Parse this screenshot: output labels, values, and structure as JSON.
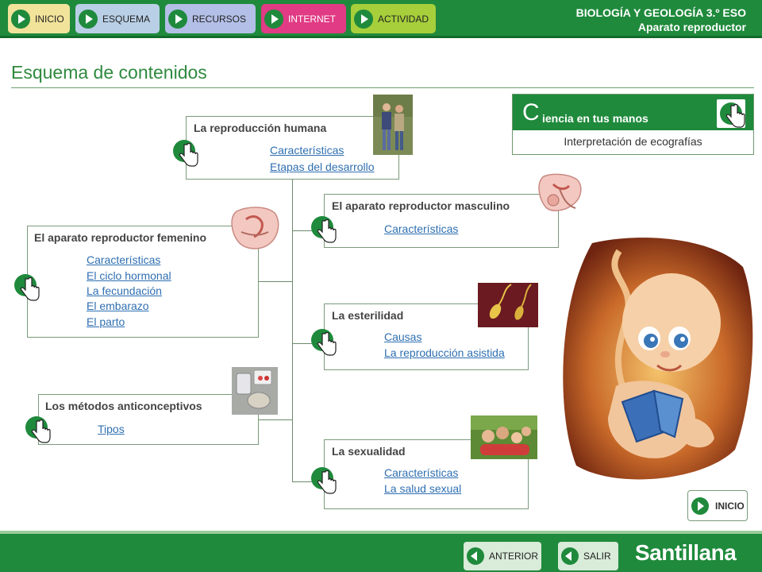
{
  "header": {
    "nav": [
      "INICIO",
      "ESQUEMA",
      "RECURSOS",
      "INTERNET",
      "ACTIVIDAD"
    ],
    "subject": "BIOLOGÍA Y GEOLOGÍA 3.º ESO",
    "topic": "Aparato reproductor"
  },
  "page_title": "Esquema de contenidos",
  "reproduccion": {
    "title": "La reproducción humana",
    "links": [
      "Características",
      "Etapas del desarrollo"
    ]
  },
  "masculino": {
    "title": "El aparato reproductor masculino",
    "links": [
      "Características"
    ]
  },
  "femenino": {
    "title": "El aparato reproductor femenino",
    "links": [
      "Características",
      "El ciclo hormonal",
      "La fecundación",
      "El embarazo",
      "El parto"
    ]
  },
  "esterilidad": {
    "title": "La esterilidad",
    "links": [
      "Causas",
      "La reproducción asistida"
    ]
  },
  "anticonceptivos": {
    "title": "Los métodos anticonceptivos",
    "links": [
      "Tipos"
    ]
  },
  "sexualidad": {
    "title": "La sexualidad",
    "links": [
      "Características",
      "La salud sexual"
    ]
  },
  "ciencia": {
    "initial": "C",
    "rest": "iencia en tus manos",
    "subtitle": "Interpretación de ecografías"
  },
  "inicio_small": "INICIO",
  "footer": {
    "anterior": "ANTERIOR",
    "salir": "SALIR",
    "brand": "Santillana"
  },
  "colors": {
    "green": "#1f8a3c",
    "link": "#2f6fb1",
    "internet": "#e03b84"
  }
}
